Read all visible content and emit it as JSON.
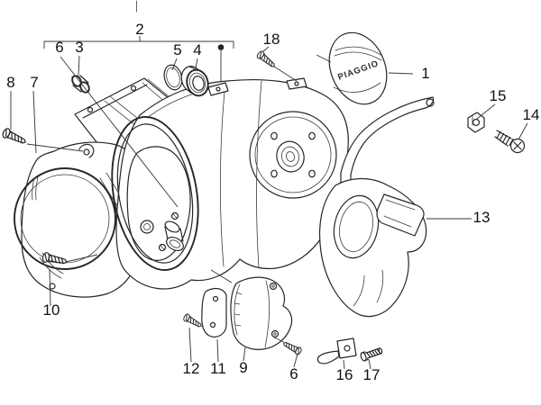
{
  "badge": {
    "text": "PIAGGIO"
  },
  "callouts": [
    {
      "label": "2"
    },
    {
      "label": "6"
    },
    {
      "label": "3"
    },
    {
      "label": "5"
    },
    {
      "label": "4"
    },
    {
      "label": "18"
    },
    {
      "label": "1"
    },
    {
      "label": "8"
    },
    {
      "label": "7"
    },
    {
      "label": "15"
    },
    {
      "label": "14"
    },
    {
      "label": "13"
    },
    {
      "label": "10"
    },
    {
      "label": "12"
    },
    {
      "label": "11"
    },
    {
      "label": "9"
    },
    {
      "label": "6"
    },
    {
      "label": "16"
    },
    {
      "label": "17"
    }
  ],
  "colors": {
    "line": "#262626",
    "leader": "#3a3a3a",
    "background": "#ffffff"
  }
}
